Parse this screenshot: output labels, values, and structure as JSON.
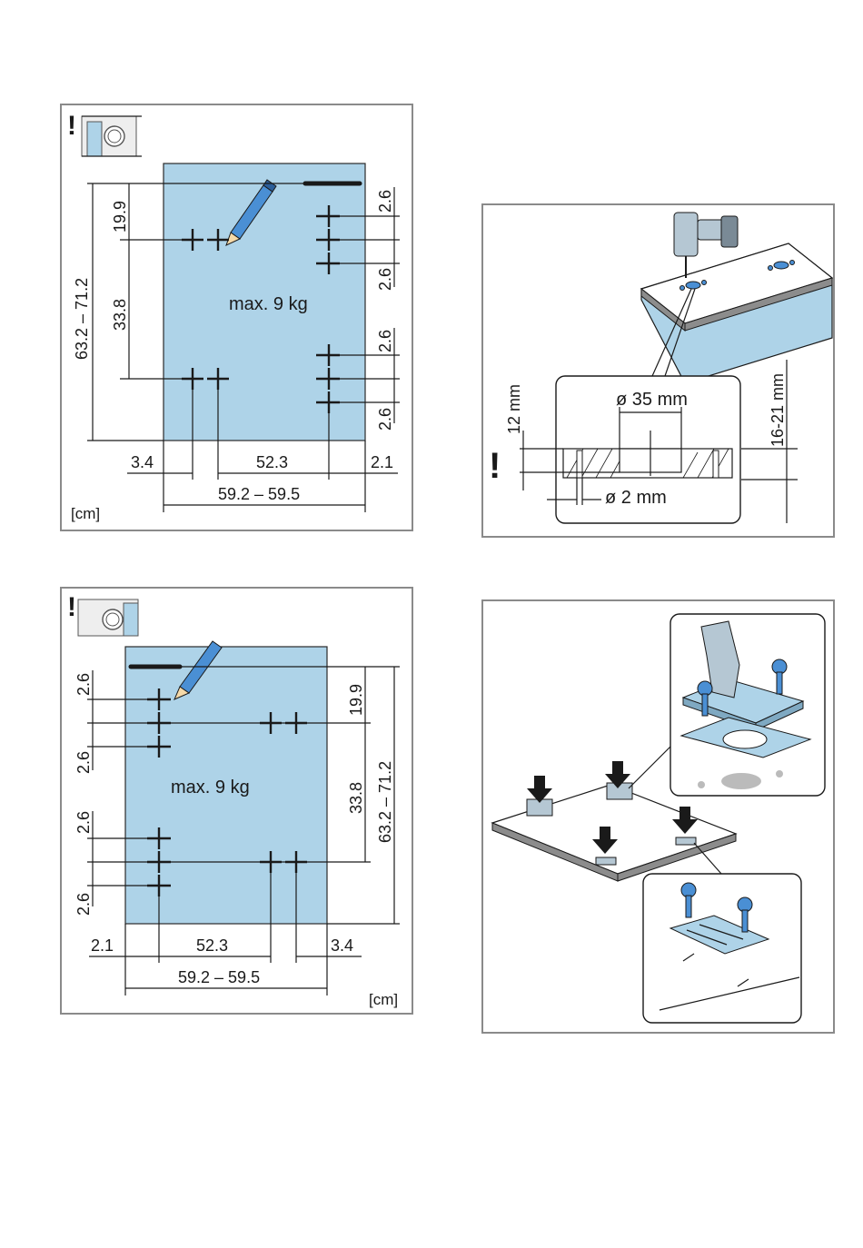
{
  "colors": {
    "door_fill": "#aed3e8",
    "frame": "#8a8a8a",
    "ink": "#1a1a1a"
  },
  "panel_a": {
    "warning": "!",
    "units": "[cm]",
    "load": "max. 9 kg",
    "dims": {
      "total_height": "63.2 – 71.2",
      "top": "19.9",
      "middle": "33.8",
      "gap": "2.6",
      "left": "3.4",
      "center": "52.3",
      "right": "2.1",
      "width": "59.2 – 59.5"
    }
  },
  "panel_b": {
    "warning": "!",
    "units": "[cm]",
    "load": "max. 9 kg",
    "dims": {
      "total_height": "63.2 – 71.2",
      "top": "19.9",
      "middle": "33.8",
      "gap": "2.6",
      "left": "2.1",
      "center": "52.3",
      "right": "3.4",
      "width": "59.2 – 59.5"
    }
  },
  "panel_c": {
    "warning": "!",
    "hole_diameter": "ø 35 mm",
    "pilot_diameter": "ø 2 mm",
    "depth": "12 mm",
    "door_thickness": "16-21 mm",
    "icons": [
      "drill-icon"
    ]
  },
  "panel_d": {
    "icons": [
      "hinge-icon",
      "screw-icon",
      "mounting-plate-icon",
      "arrow-down-icon"
    ]
  }
}
